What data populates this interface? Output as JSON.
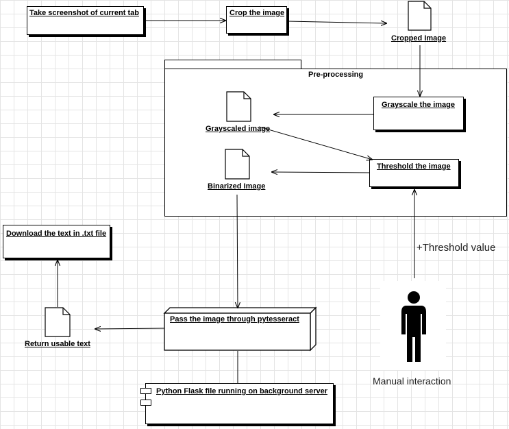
{
  "nodes": {
    "take_screenshot": "Take screenshot of current tab",
    "crop": "Crop the image",
    "cropped_image": "Cropped Image",
    "preprocessing": "Pre-processing",
    "grayscale_task": "Grayscale the image",
    "grayscaled_image": "Grayscaled image",
    "threshold_task": "Threshold the image",
    "binarized_image": "Binarized Image",
    "download": "Download the text in .txt file",
    "return_text": "Return usable text",
    "pytesseract": "Pass the image through pytesseract",
    "flask": "Python Flask file running on background server"
  },
  "edges": {
    "threshold_value": "+Threshold value"
  },
  "actor": {
    "label": "Manual interaction"
  }
}
